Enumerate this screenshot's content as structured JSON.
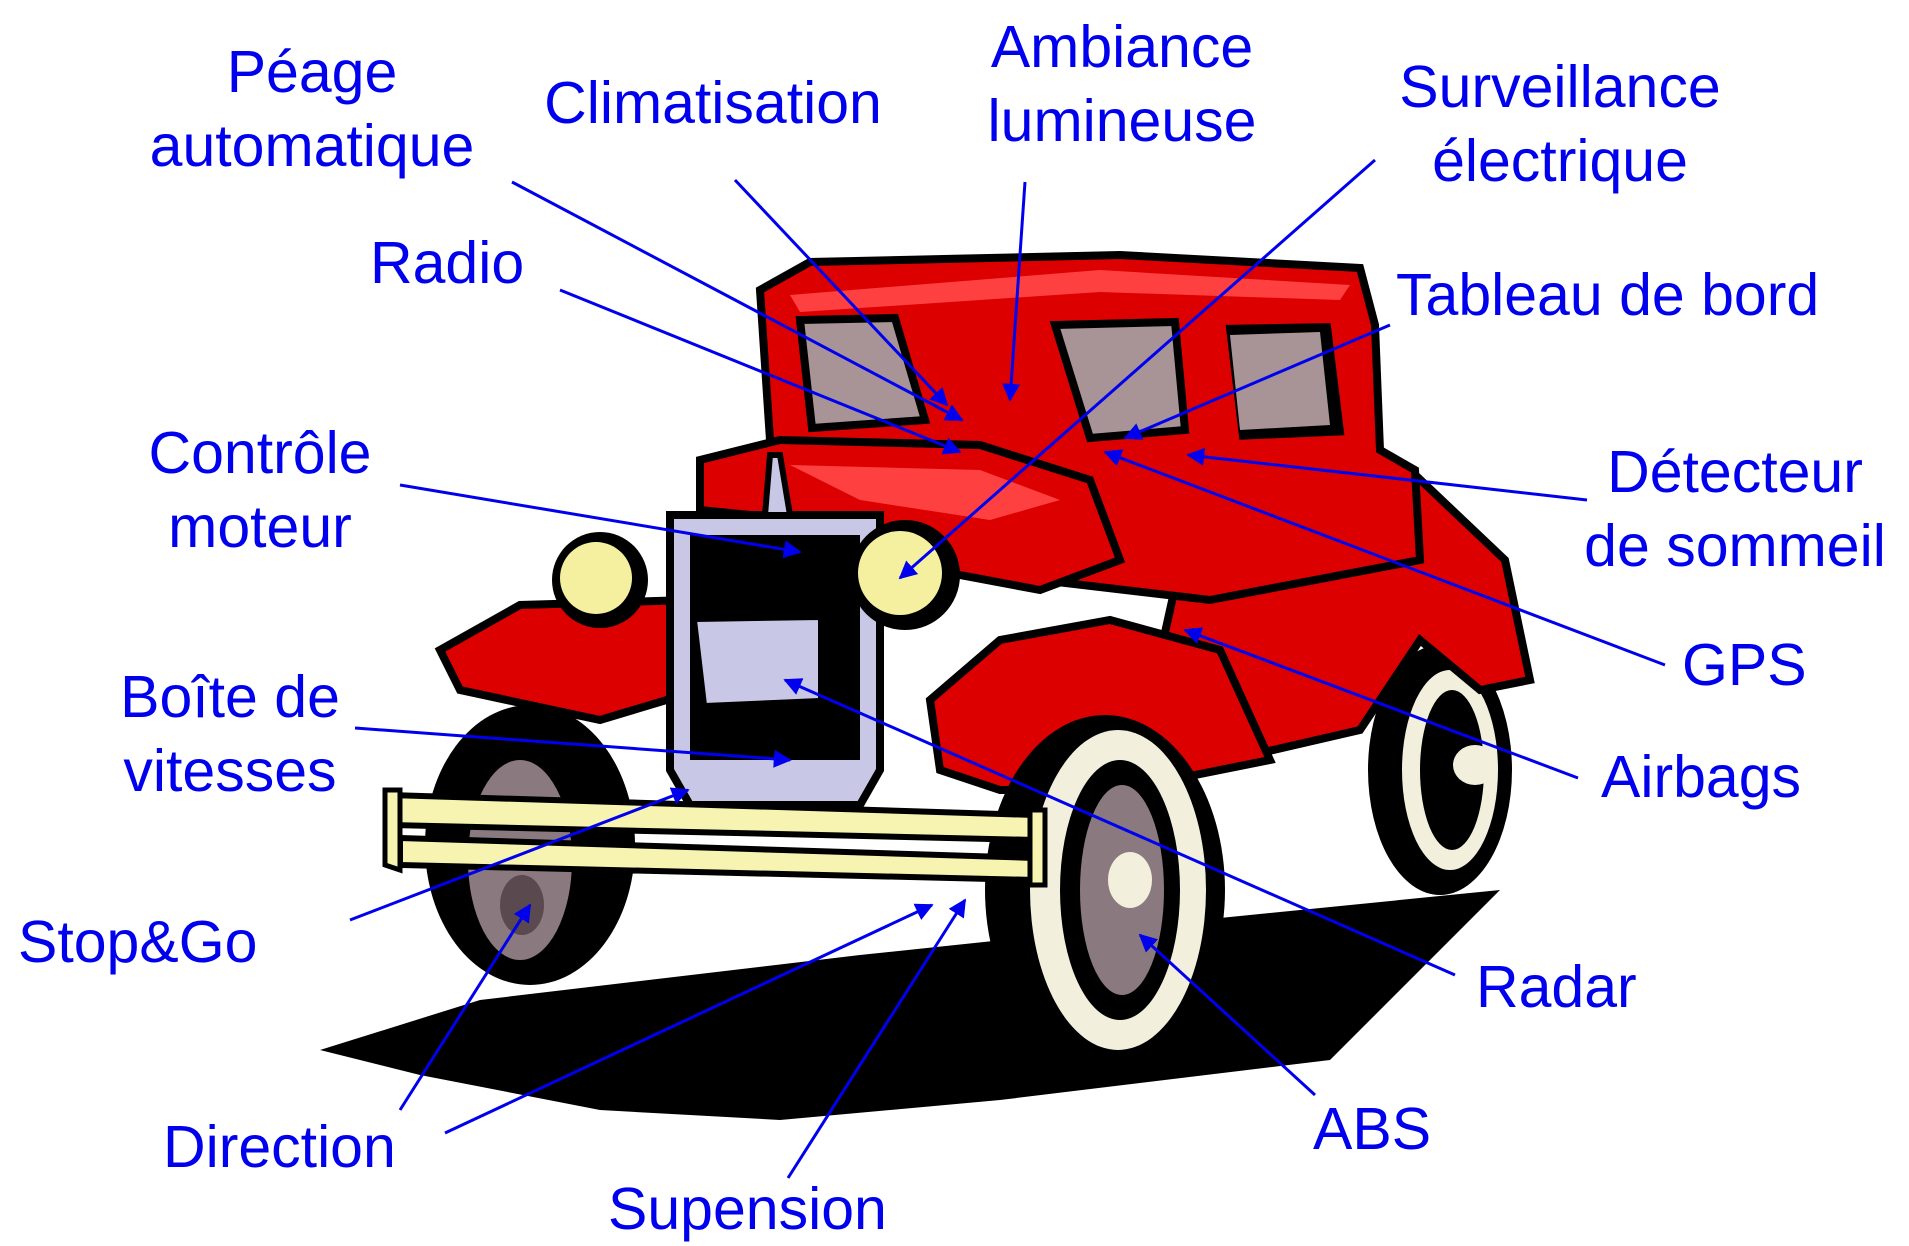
{
  "colors": {
    "label": "#0000ee",
    "leader": "#0000ee",
    "body": "#dd0000",
    "body_highlight": "#ff3030",
    "outline": "#000000",
    "glass": "#a89496",
    "chrome": "#c9c7e6",
    "bumper": "#f7f3b0",
    "headlight": "#f4f0a0",
    "tire": "#f2f0dc",
    "hub": "#7f6f74",
    "shadow": "#000000"
  },
  "labels": {
    "peage": [
      "Péage",
      "automatique"
    ],
    "climatisation": [
      "Climatisation"
    ],
    "ambiance": [
      "Ambiance",
      "lumineuse"
    ],
    "surveillance": [
      "Surveillance",
      "électrique"
    ],
    "radio": [
      "Radio"
    ],
    "tableau": [
      "Tableau de bord"
    ],
    "controle": [
      "Contrôle",
      "moteur"
    ],
    "detecteur": [
      "Détecteur",
      "de sommeil"
    ],
    "gps": [
      "GPS"
    ],
    "boite": [
      "Boîte de",
      "vitesses"
    ],
    "airbags": [
      "Airbags"
    ],
    "stopgo": [
      "Stop&Go"
    ],
    "radar": [
      "Radar"
    ],
    "direction": [
      "Direction"
    ],
    "abs": [
      "ABS"
    ],
    "suspension": [
      "Supension"
    ]
  }
}
